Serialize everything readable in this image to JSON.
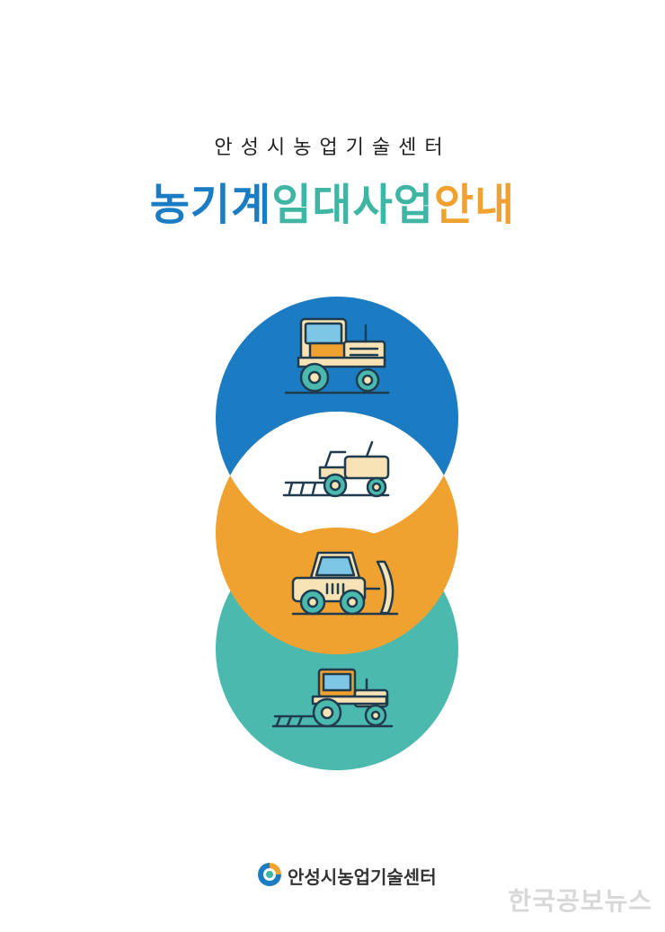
{
  "header": {
    "organization": "안성시농업기술센터",
    "title_part1": "농기계",
    "title_part2": "임대사업",
    "title_part3": "안내"
  },
  "illustration": {
    "circles": [
      {
        "color": "#1b7cc4",
        "icon": "tractor-icon"
      },
      {
        "color": "#f0a231",
        "icon": "bulldozer-icon"
      },
      {
        "color": "#4bb9ae",
        "icon": "tractor-plow-icon"
      }
    ],
    "center_icon": "cultivator-tractor-icon"
  },
  "footer": {
    "logo_icon": "agri-center-logo-icon",
    "organization": "안성시농업기술센터"
  },
  "watermark": {
    "text": "한국공보뉴스"
  },
  "colors": {
    "blue": "#1b7cc4",
    "teal": "#3fb5a3",
    "orange": "#f0a231",
    "cream": "#f7e3b5"
  }
}
